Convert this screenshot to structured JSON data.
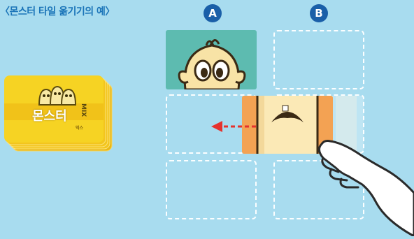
{
  "title": "〈몬스터 타일 옮기기의 예〉",
  "columns": [
    "A",
    "B"
  ],
  "deck": {
    "name": "몬스터",
    "tag": "MIX",
    "sub": "믹스"
  },
  "colors": {
    "background": "#a8dcef",
    "title": "#1a74b8",
    "label_circle": "#1a5fa8",
    "deck_yellow": "#f6d323",
    "arrow": "#e5322d"
  },
  "icons": [
    "monster-tile-face",
    "monster-tile-mouth",
    "move-arrow",
    "hand-icon"
  ]
}
